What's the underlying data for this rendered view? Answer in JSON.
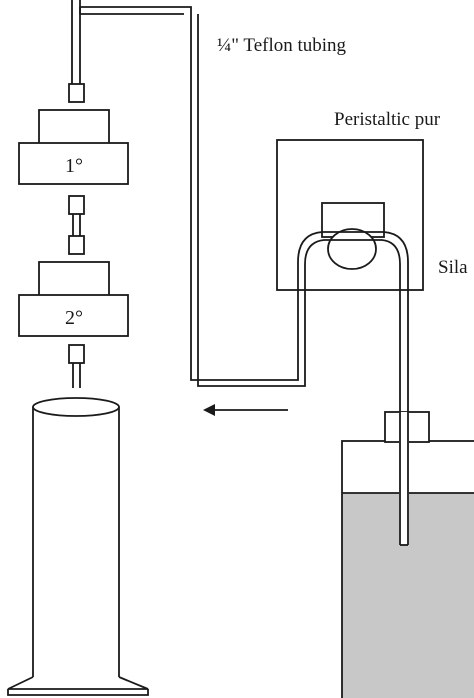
{
  "labels": {
    "teflon_tubing": "¼\" Teflon tubing",
    "peristaltic_pump": "Peristaltic pur",
    "silastic_tubing": "Sila",
    "stage_primary": "1°",
    "stage_secondary": "2°"
  },
  "colors": {
    "line": "#1a1a1a",
    "liquid": "#c8c8c8",
    "background": "#ffffff"
  }
}
